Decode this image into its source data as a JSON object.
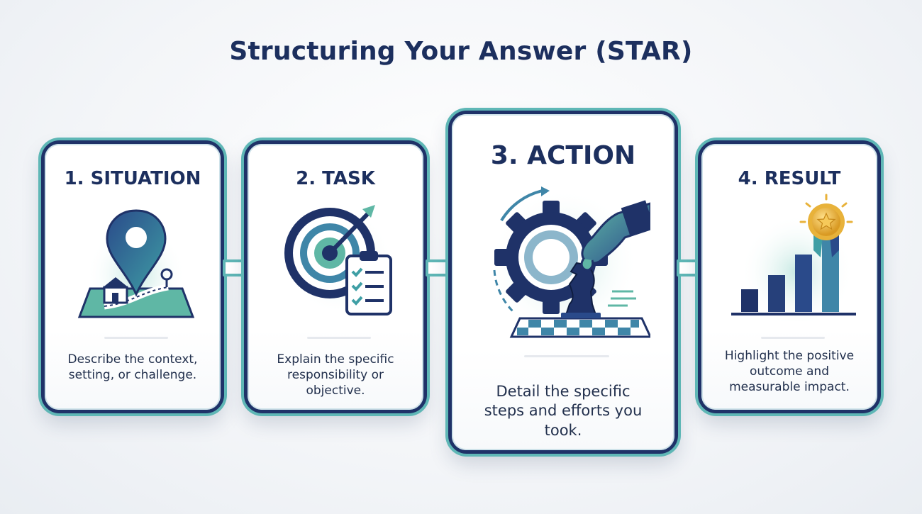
{
  "page": {
    "title": "Structuring Your Answer (STAR)"
  },
  "steps": [
    {
      "title": "1. SITUATION",
      "description": "Describe the context, setting, or challenge.",
      "icon": "map-pin-icon"
    },
    {
      "title": "2. TASK",
      "description": "Explain the specific responsibility or objective.",
      "icon": "target-checklist-icon"
    },
    {
      "title": "3. ACTION",
      "description": "Detail the specific steps and efforts you took.",
      "icon": "chess-hand-gear-icon"
    },
    {
      "title": "4. RESULT",
      "description": "Highlight the positive outcome and measurable impact.",
      "icon": "bar-chart-medal-icon"
    }
  ],
  "colors": {
    "navy": "#1f3268",
    "teal": "#5fb7b6",
    "gold": "#e8b23a"
  }
}
